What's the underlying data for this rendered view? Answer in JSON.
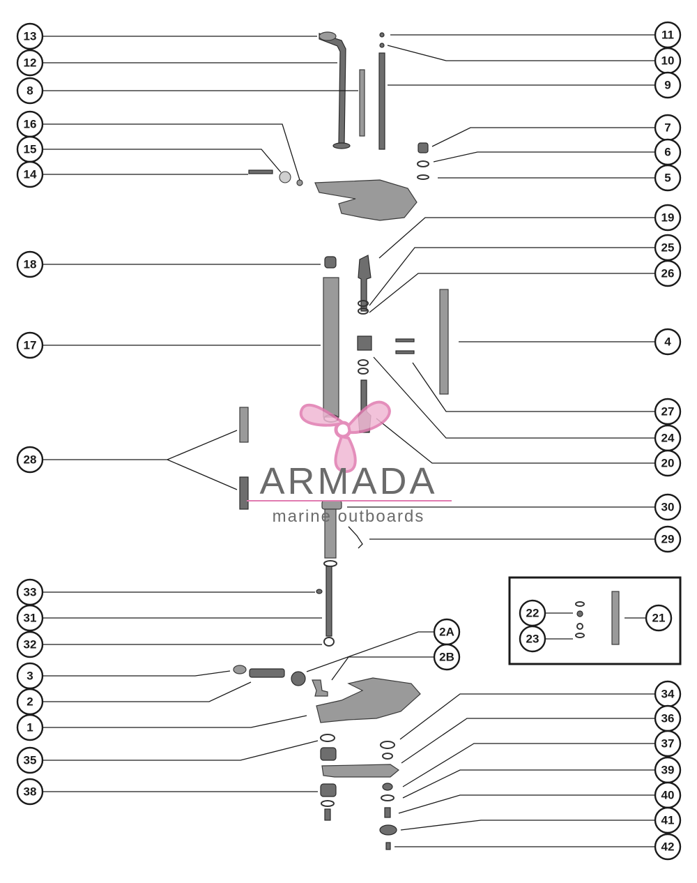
{
  "watermark": {
    "brand": "ARMADA",
    "tagline": "marine outboards",
    "accent_color": "#e07bb0",
    "text_color": "#6b6b6b"
  },
  "callouts": [
    {
      "label": "13"
    },
    {
      "label": "12"
    },
    {
      "label": "8"
    },
    {
      "label": "16"
    },
    {
      "label": "15"
    },
    {
      "label": "14"
    },
    {
      "label": "11"
    },
    {
      "label": "10"
    },
    {
      "label": "9"
    },
    {
      "label": "7"
    },
    {
      "label": "6"
    },
    {
      "label": "5"
    },
    {
      "label": "19"
    },
    {
      "label": "25"
    },
    {
      "label": "26"
    },
    {
      "label": "4"
    },
    {
      "label": "27"
    },
    {
      "label": "24"
    },
    {
      "label": "20"
    },
    {
      "label": "18"
    },
    {
      "label": "17"
    },
    {
      "label": "28"
    },
    {
      "label": "30"
    },
    {
      "label": "29"
    },
    {
      "label": "33"
    },
    {
      "label": "31"
    },
    {
      "label": "32"
    },
    {
      "label": "3"
    },
    {
      "label": "2"
    },
    {
      "label": "1"
    },
    {
      "label": "35"
    },
    {
      "label": "38"
    },
    {
      "label": "2A"
    },
    {
      "label": "2B"
    },
    {
      "label": "34"
    },
    {
      "label": "36"
    },
    {
      "label": "37"
    },
    {
      "label": "39"
    },
    {
      "label": "40"
    },
    {
      "label": "41"
    },
    {
      "label": "42"
    },
    {
      "label": "22"
    },
    {
      "label": "23"
    },
    {
      "label": "21"
    }
  ]
}
